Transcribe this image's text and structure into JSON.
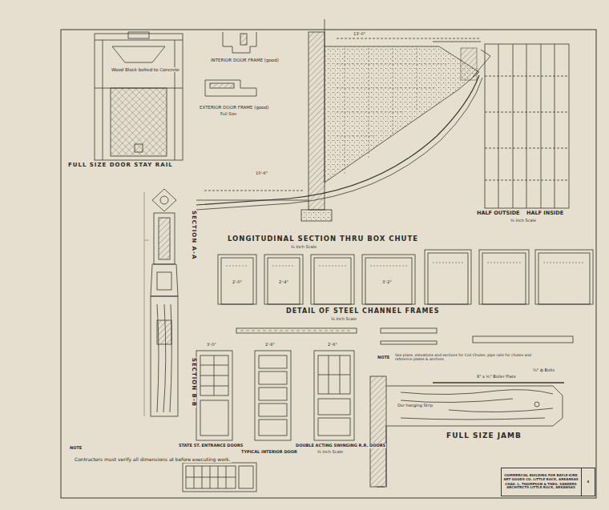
{
  "diagram": {
    "nodes": [
      {
        "text": [
          "COMMERCIAL BUILDING FOR BAYLE-KIRK ART GOODS CO. LITTLE ROCK, ARKANSAS",
          "CHAS. L. THOMPSON & THEO. SANDERS ARCHITECTS LITTLE ROCK, ARKANSAS"
        ]
      },
      {
        "text": [
          "4"
        ],
        "in": 0
      }
    ],
    "labels": [
      "FULL SIZE DOOR STAY RAIL",
      "Wood Block bolted to Concrete",
      "INTERIOR DOOR FRAME (good)",
      "EXTERIOR DOOR FRAME (good)",
      "Full Size",
      "LONGITUDINAL SECTION THRU BOX CHUTE",
      "½ Inch Scale",
      "HALF OUTSIDE",
      "HALF INSIDE",
      "½ Inch Scale",
      "DETAIL OF STEEL CHANNEL FRAMES",
      "½ Inch Scale",
      "SECTION A-A",
      "SECTION B-B",
      "STATE ST. ENTRANCE DOORS",
      "TYPICAL INTERIOR DOOR",
      "DOUBLE ACTING SWINGING R.R. DOORS",
      "½ Inch Scale",
      "FULL SIZE JAMB",
      "NOTE",
      "Contractors must verify all dimensions at before executing work.",
      "NOTE",
      "See plans, elevations and sections for Coil Chutes, pipe rails for chutes and reference plates & anchors",
      "13'-0\"",
      "10'-6\"",
      "3'-0\"",
      "2'-8\"",
      "2'-6\"",
      "8\" x ¼\" Boiler Plate",
      "¾\" ф Bolts",
      "Ovr hanging Strip",
      "2'-0\"",
      "2'-4\"",
      "3'-2\""
    ]
  }
}
